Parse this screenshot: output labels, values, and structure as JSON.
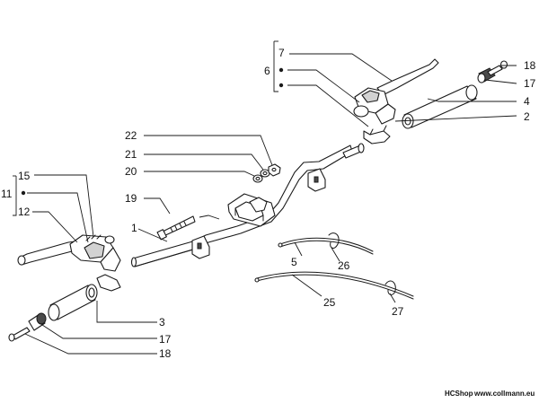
{
  "callouts": {
    "c1": "1",
    "c2": "2",
    "c3": "3",
    "c4": "4",
    "c5": "5",
    "c6": "6",
    "c7": "7",
    "c11": "11",
    "c12": "12",
    "c15": "15",
    "c17_top": "17",
    "c17_bottom": "17",
    "c18_top": "18",
    "c18_bottom": "18",
    "c19": "19",
    "c20": "20",
    "c21": "21",
    "c22": "22",
    "c25": "25",
    "c26": "26",
    "c27": "27"
  },
  "footer": {
    "shop": "HCShop",
    "site": "www.collmann.eu"
  }
}
